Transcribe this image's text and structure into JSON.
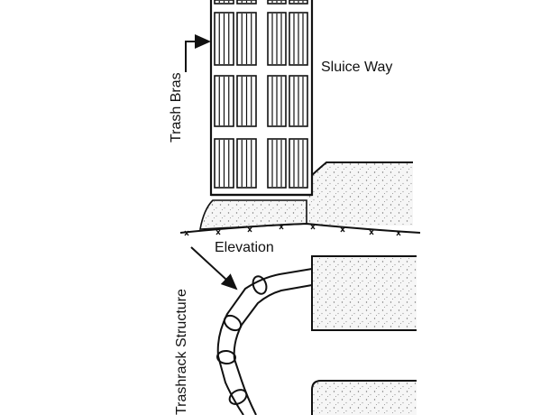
{
  "labels": {
    "trash_bars": "Trash Bras",
    "sluice_way": "Sluice Way",
    "elevation": "Elevation",
    "trashrack_structure": "Trashrack Structure"
  },
  "colors": {
    "line": "#111111",
    "fill_concrete": "#f2f2f2",
    "background": "#ffffff"
  }
}
